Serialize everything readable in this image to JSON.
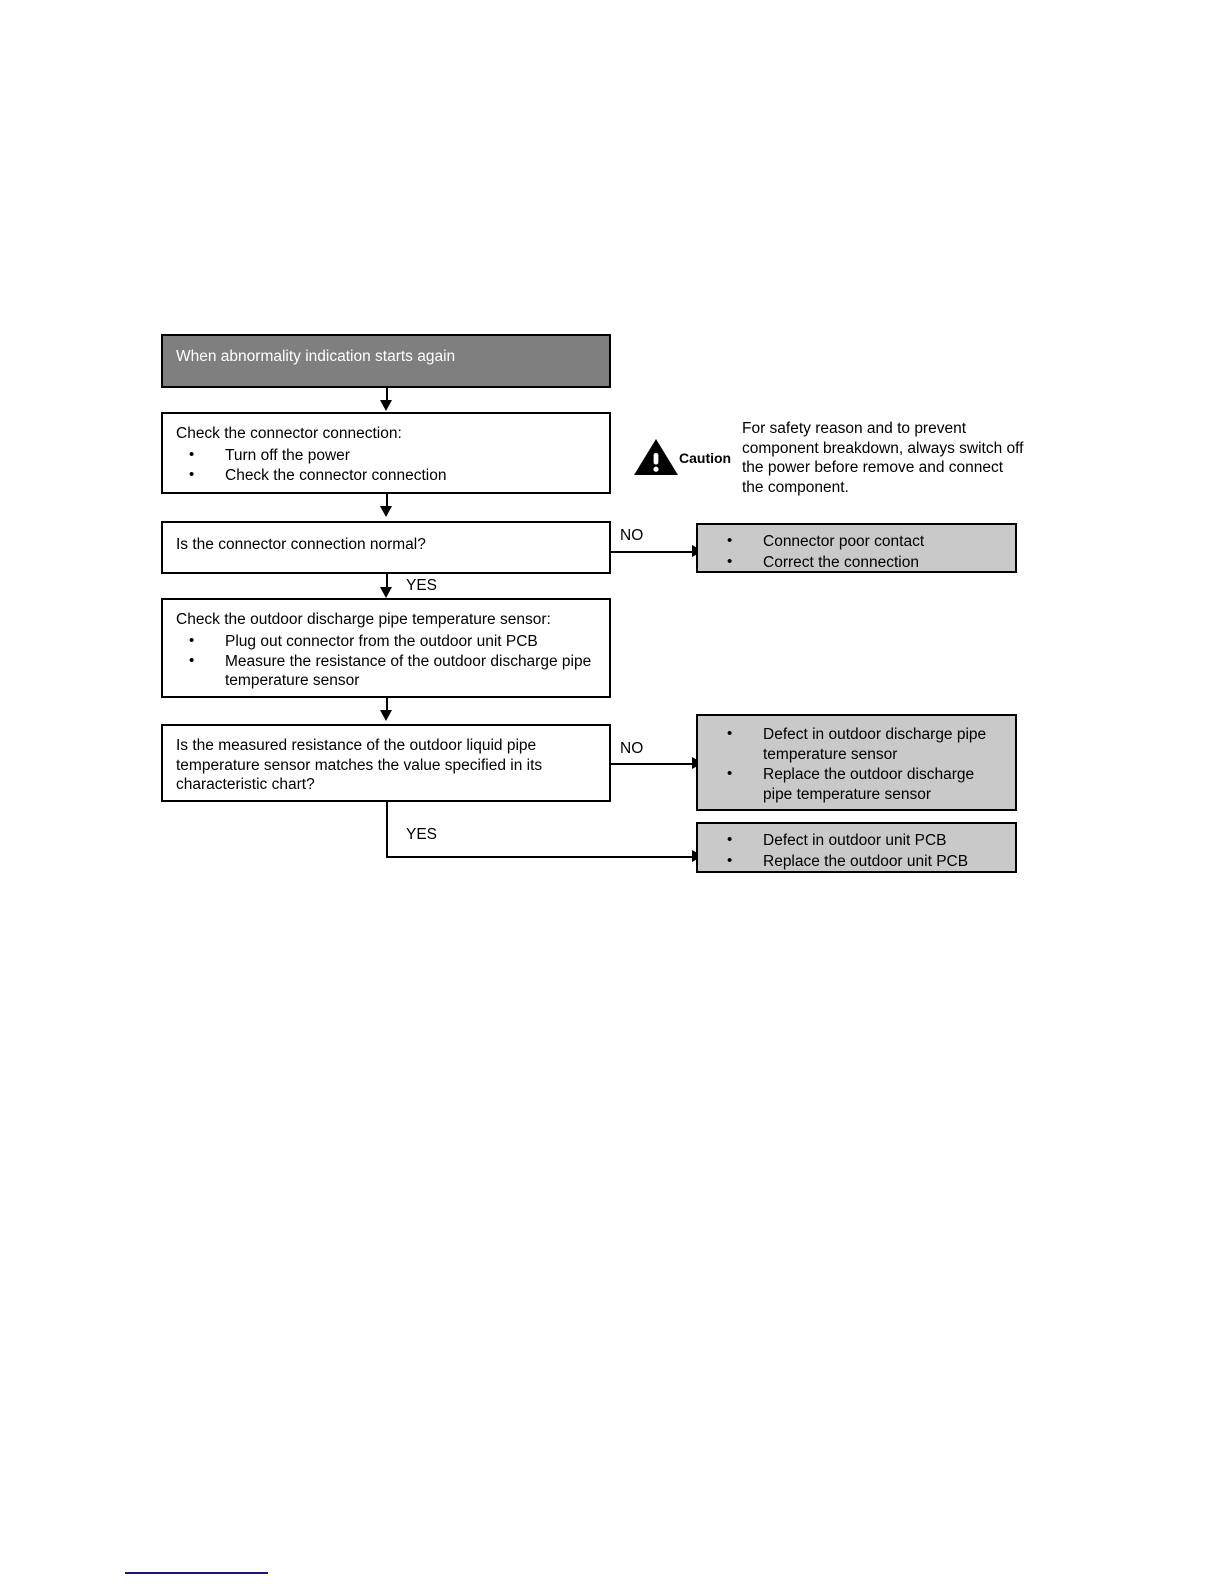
{
  "document": {
    "type": "troubleshooting-flowchart",
    "title": "When abnormality indication starts again"
  },
  "flow": {
    "header": {
      "label": "When abnormality indication starts again"
    },
    "step_check_connector": {
      "lead": "Check the connector connection:",
      "bullets": [
        "Turn off the power",
        "Check the connector connection"
      ]
    },
    "decision_connector_normal": {
      "question": "Is the connector connection normal?",
      "no_label": "NO",
      "yes_label": "YES"
    },
    "result_connector_poor": {
      "bullets": [
        "Connector poor contact",
        "Correct the connection"
      ]
    },
    "step_check_sensor": {
      "lead": "Check the outdoor discharge pipe temperature sensor:",
      "bullets": [
        "Plug out connector from the outdoor unit PCB",
        "Measure the resistance of the outdoor discharge pipe temperature sensor"
      ]
    },
    "decision_resistance_match": {
      "question": "Is the measured resistance of the outdoor liquid pipe temperature sensor matches the value specified in its characteristic chart?",
      "no_label": "NO",
      "yes_label": "YES"
    },
    "result_sensor_defect": {
      "bullets": [
        "Defect in outdoor discharge pipe temperature sensor",
        "Replace the outdoor discharge pipe temperature sensor"
      ]
    },
    "result_pcb_defect": {
      "bullets": [
        "Defect in outdoor unit PCB",
        "Replace the outdoor unit PCB"
      ]
    }
  },
  "caution": {
    "icon": "warning-triangle-icon",
    "word": "Caution",
    "text": "For safety reason and to prevent component breakdown, always switch off the power before remove and connect the component."
  },
  "colors": {
    "header_fill": "#7f7f7f",
    "result_fill": "#c9c9c9",
    "box_stroke": "#000000",
    "page_background": "#ffffff",
    "footer_rule": "#191970"
  }
}
